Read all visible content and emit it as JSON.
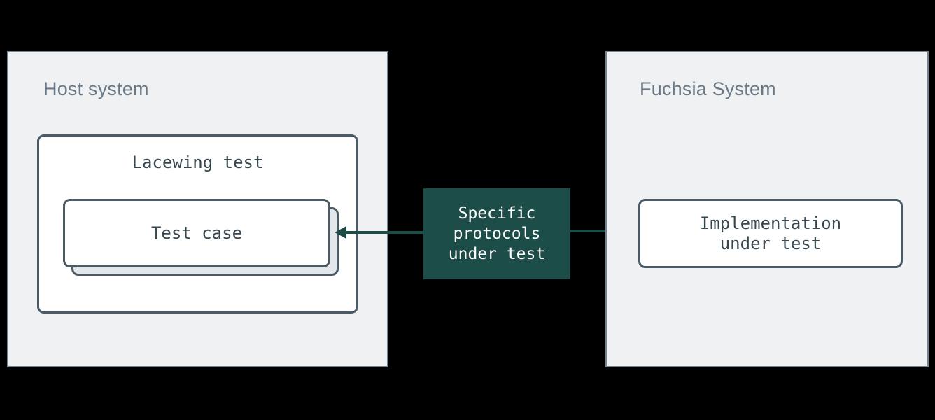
{
  "colors": {
    "background": "#000000",
    "panel_background": "#eff1f3",
    "panel_border": "#72828e",
    "card_background": "#ffffff",
    "card_back_background": "#e4e7ea",
    "card_border": "#4a5b66",
    "card_text": "#37474f",
    "title_text": "#6b7885",
    "accent_teal": "#1d4d48",
    "protocols_text": "#ffffff"
  },
  "host_panel": {
    "title": "Host system",
    "lacewing_box": {
      "label": "Lacewing test"
    },
    "test_case_box": {
      "label": "Test case"
    }
  },
  "protocols_box": {
    "label": "Specific\nprotocols\nunder test"
  },
  "fuchsia_panel": {
    "title": "Fuchsia System",
    "implementation_box": {
      "label": "Implementation\nunder test"
    }
  }
}
